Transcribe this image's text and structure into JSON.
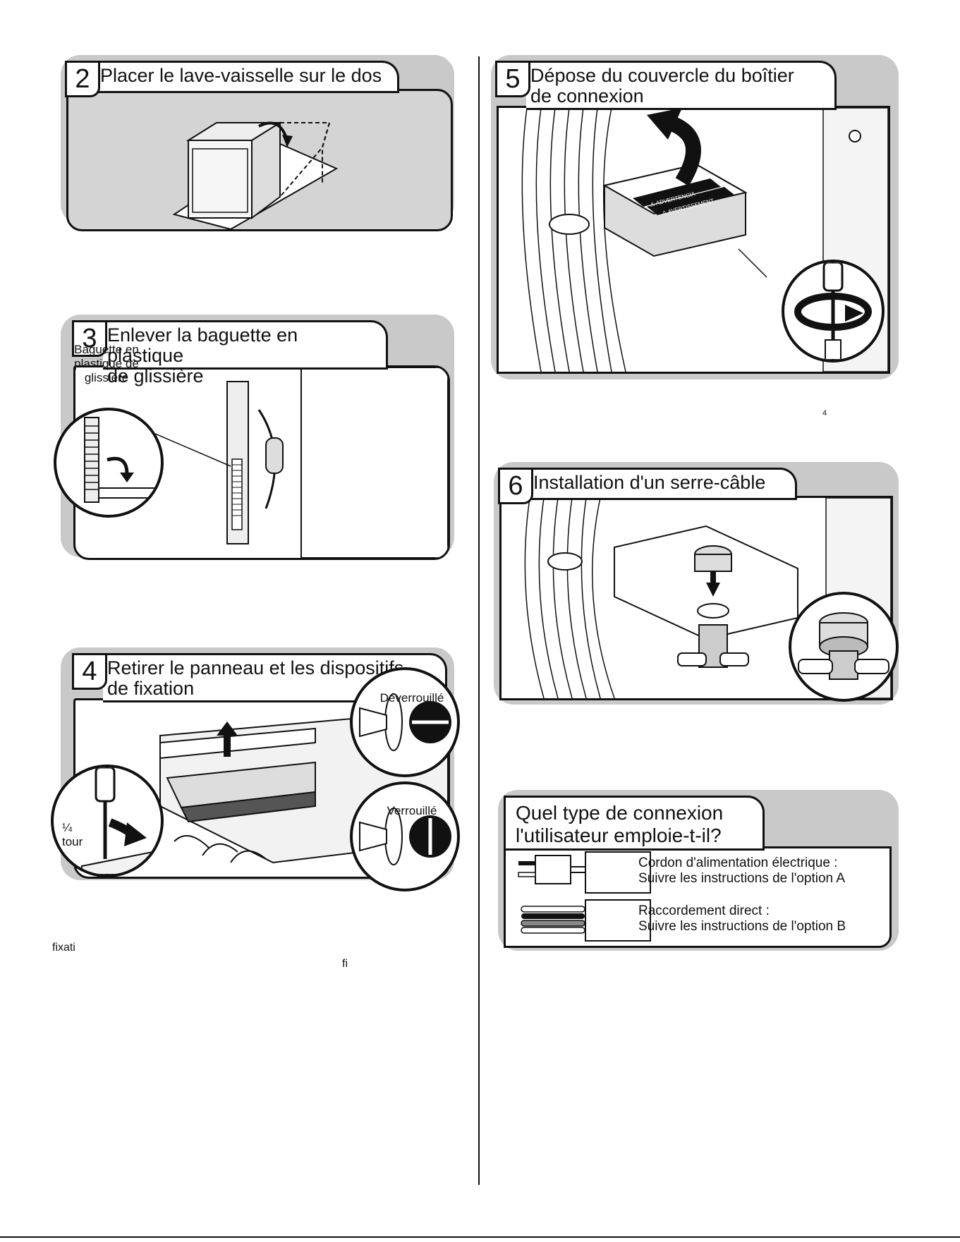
{
  "steps": [
    {
      "number": "2",
      "title": "Placer le lave-vaisselle sur le dos"
    },
    {
      "number": "3",
      "title": "Enlever la baguette en plastique\nde glissière",
      "callouts": {
        "strip": "Baguette en\nplastique de\nglissière"
      }
    },
    {
      "number": "4",
      "title": "Retirer le panneau et les dispositifs\nde fixation",
      "callouts": {
        "unlocked": "Déverrouillé",
        "locked": "Verrouillé",
        "quarter_turn": "¼\ntour"
      }
    },
    {
      "number": "5",
      "title": "Dépose du couvercle du boîtier\nde connexion",
      "callouts": {
        "label_a": "⚠ ADVERTENCIA",
        "label_b": "⚠ AVERTISSEMENT"
      }
    },
    {
      "number": "6",
      "title": "Installation d'un serre-câble"
    }
  ],
  "connection": {
    "question": "Quel type de connexion\nl'utilisateur emploie-t-il?",
    "options": [
      {
        "label": "Cordon d'alimentation électrique :",
        "instruction": "Suivre les instructions de l'option A",
        "icon": "power-plug-icon"
      },
      {
        "label": "Raccordement direct :",
        "instruction": "Suivre les instructions de l'option B",
        "icon": "direct-wire-icon"
      }
    ]
  },
  "stray_text": {
    "a": "4",
    "b": "fixati",
    "c": "fi"
  }
}
